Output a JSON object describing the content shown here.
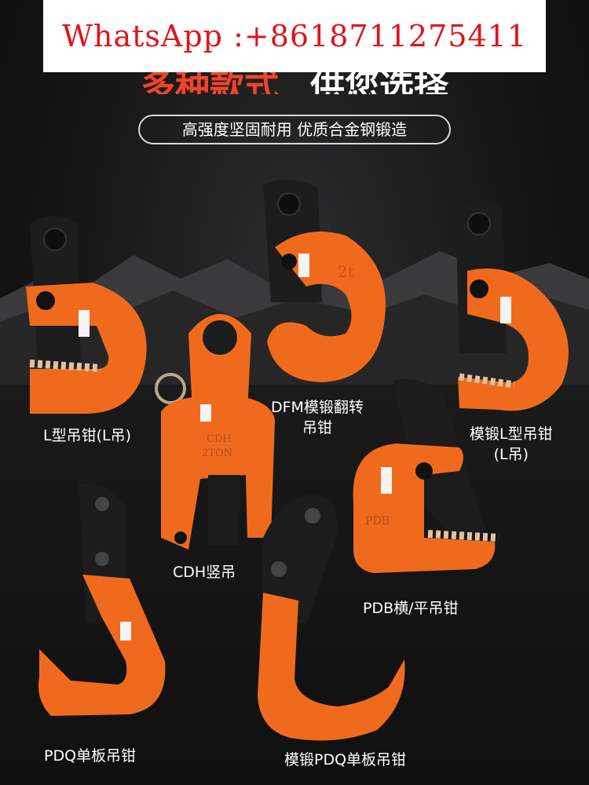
{
  "banner": {
    "text": "WhatsApp :+8618711275411"
  },
  "headline": {
    "left": "多种款式",
    "right": "供您选择"
  },
  "tagline": "高强度坚固耐用 优质合金钢锻造",
  "colors": {
    "orange": "#f06a1e",
    "black": "#1a1a1a",
    "accent_red": "#e0141b"
  },
  "products": [
    {
      "label": "L型吊钳(L吊)",
      "icon": "l-type-clamp"
    },
    {
      "label": "DFM模锻翻转",
      "label_line2": "吊钳",
      "icon": "dfm-flip-clamp"
    },
    {
      "label": "模锻L型吊钳",
      "label_line2": "(L吊)",
      "icon": "forged-l-clamp"
    },
    {
      "label": "CDH竖吊",
      "icon": "cdh-vertical-clamp"
    },
    {
      "label": "PDB横/平吊钳",
      "icon": "pdb-horizontal-clamp"
    },
    {
      "label": "PDQ单板吊钳",
      "icon": "pdq-single-plate-clamp"
    },
    {
      "label": "模锻PDQ单板吊钳",
      "icon": "forged-pdq-clamp"
    }
  ],
  "stamps": {
    "cdh_model": "CDH",
    "cdh_capacity": "2TON",
    "pdb_model": "PDB",
    "dfm_capacity": "2t"
  }
}
